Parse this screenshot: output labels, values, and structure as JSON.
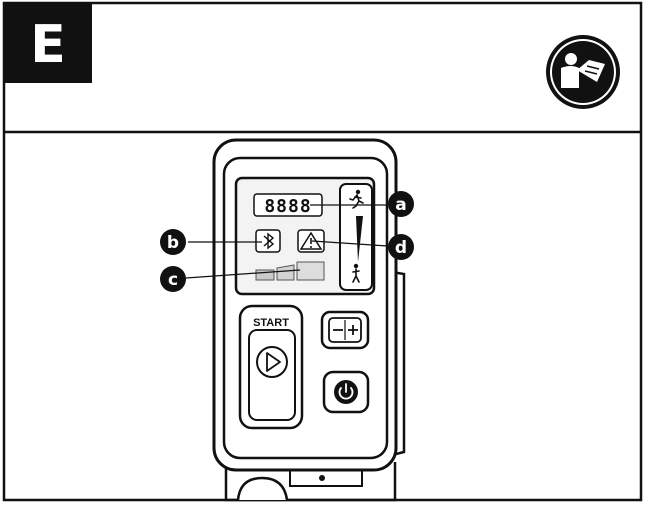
{
  "section": {
    "letter": "E",
    "manual_icon": "read-manual-icon"
  },
  "device": {
    "display_digits": "8888",
    "start_label": "START",
    "icons": {
      "bluetooth": "bluetooth-icon",
      "warning": "warning-triangle-icon",
      "run": "running-person-icon",
      "walk": "walking-person-icon",
      "speed_wedge": "speed-level-wedge",
      "play": "play-icon",
      "minus": "minus-icon",
      "plus": "plus-icon",
      "power": "power-icon"
    }
  },
  "callouts": [
    {
      "id": "a",
      "label": "a"
    },
    {
      "id": "b",
      "label": "b"
    },
    {
      "id": "c",
      "label": "c"
    },
    {
      "id": "d",
      "label": "d"
    }
  ],
  "colors": {
    "ink": "#111111",
    "paper": "#ffffff",
    "panel": "#f3f3f3"
  }
}
